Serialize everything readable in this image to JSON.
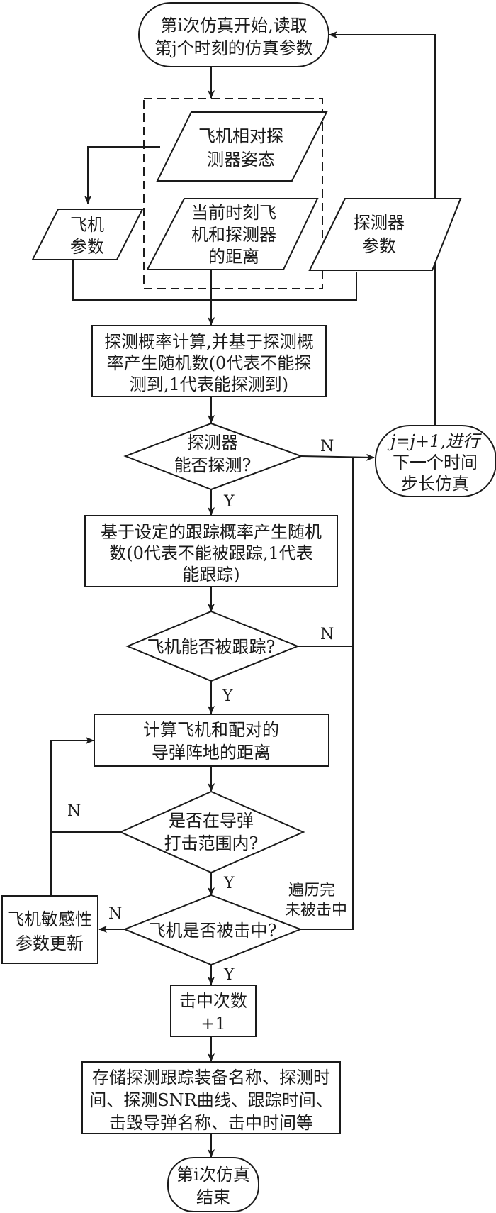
{
  "nodes": {
    "start": {
      "lines": [
        "第i次仿真开始,读取",
        "第j个时刻的仿真参数"
      ]
    },
    "aircraft_attitude": {
      "lines": [
        "飞机相对探",
        "测器姿态"
      ]
    },
    "aircraft_params": {
      "lines": [
        "飞机",
        "参数"
      ]
    },
    "distance": {
      "lines": [
        "当前时刻飞",
        "机和探测器",
        "的距离"
      ]
    },
    "detector_params": {
      "lines": [
        "探测器",
        "参数"
      ]
    },
    "detect_calc": {
      "lines": [
        "探测概率计算,并基于探测概",
        "率产生随机数(0代表不能探",
        "测到,1代表能探测到)"
      ]
    },
    "can_detect": {
      "lines": [
        "探测器",
        "能否探测?"
      ]
    },
    "next_step": {
      "lines": [
        "j=j+1,进行",
        "下一个时间",
        "步长仿真"
      ]
    },
    "track_random": {
      "lines": [
        "基于设定的跟踪概率产生随机",
        "数(0代表不能被跟踪,1代表",
        "能跟踪)"
      ]
    },
    "can_track": {
      "lines": [
        "飞机能否被跟踪?"
      ]
    },
    "missile_distance": {
      "lines": [
        "计算飞机和配对的",
        "导弹阵地的距离"
      ]
    },
    "in_range": {
      "lines": [
        "是否在导弹",
        "打击范围内?"
      ]
    },
    "is_hit": {
      "lines": [
        "飞机是否被击中?"
      ]
    },
    "sensitivity_update": {
      "lines": [
        "飞机敏感性",
        "参数更新"
      ]
    },
    "hit_count": {
      "lines": [
        "击中次数",
        "+1"
      ]
    },
    "store": {
      "lines": [
        "存储探测跟踪装备名称、探测时",
        "间、探测SNR曲线、跟踪时间、",
        "击毁导弹名称、击中时间等"
      ]
    },
    "end": {
      "lines": [
        "第i次仿真",
        "结束"
      ]
    }
  },
  "edge_labels": {
    "detect_no": "N",
    "detect_yes": "Y",
    "track_no": "N",
    "track_yes": "Y",
    "range_no": "N",
    "range_yes": "Y",
    "hit_no": "N",
    "hit_yes": "Y",
    "traversed": [
      "遍历完",
      "未被击中"
    ]
  }
}
